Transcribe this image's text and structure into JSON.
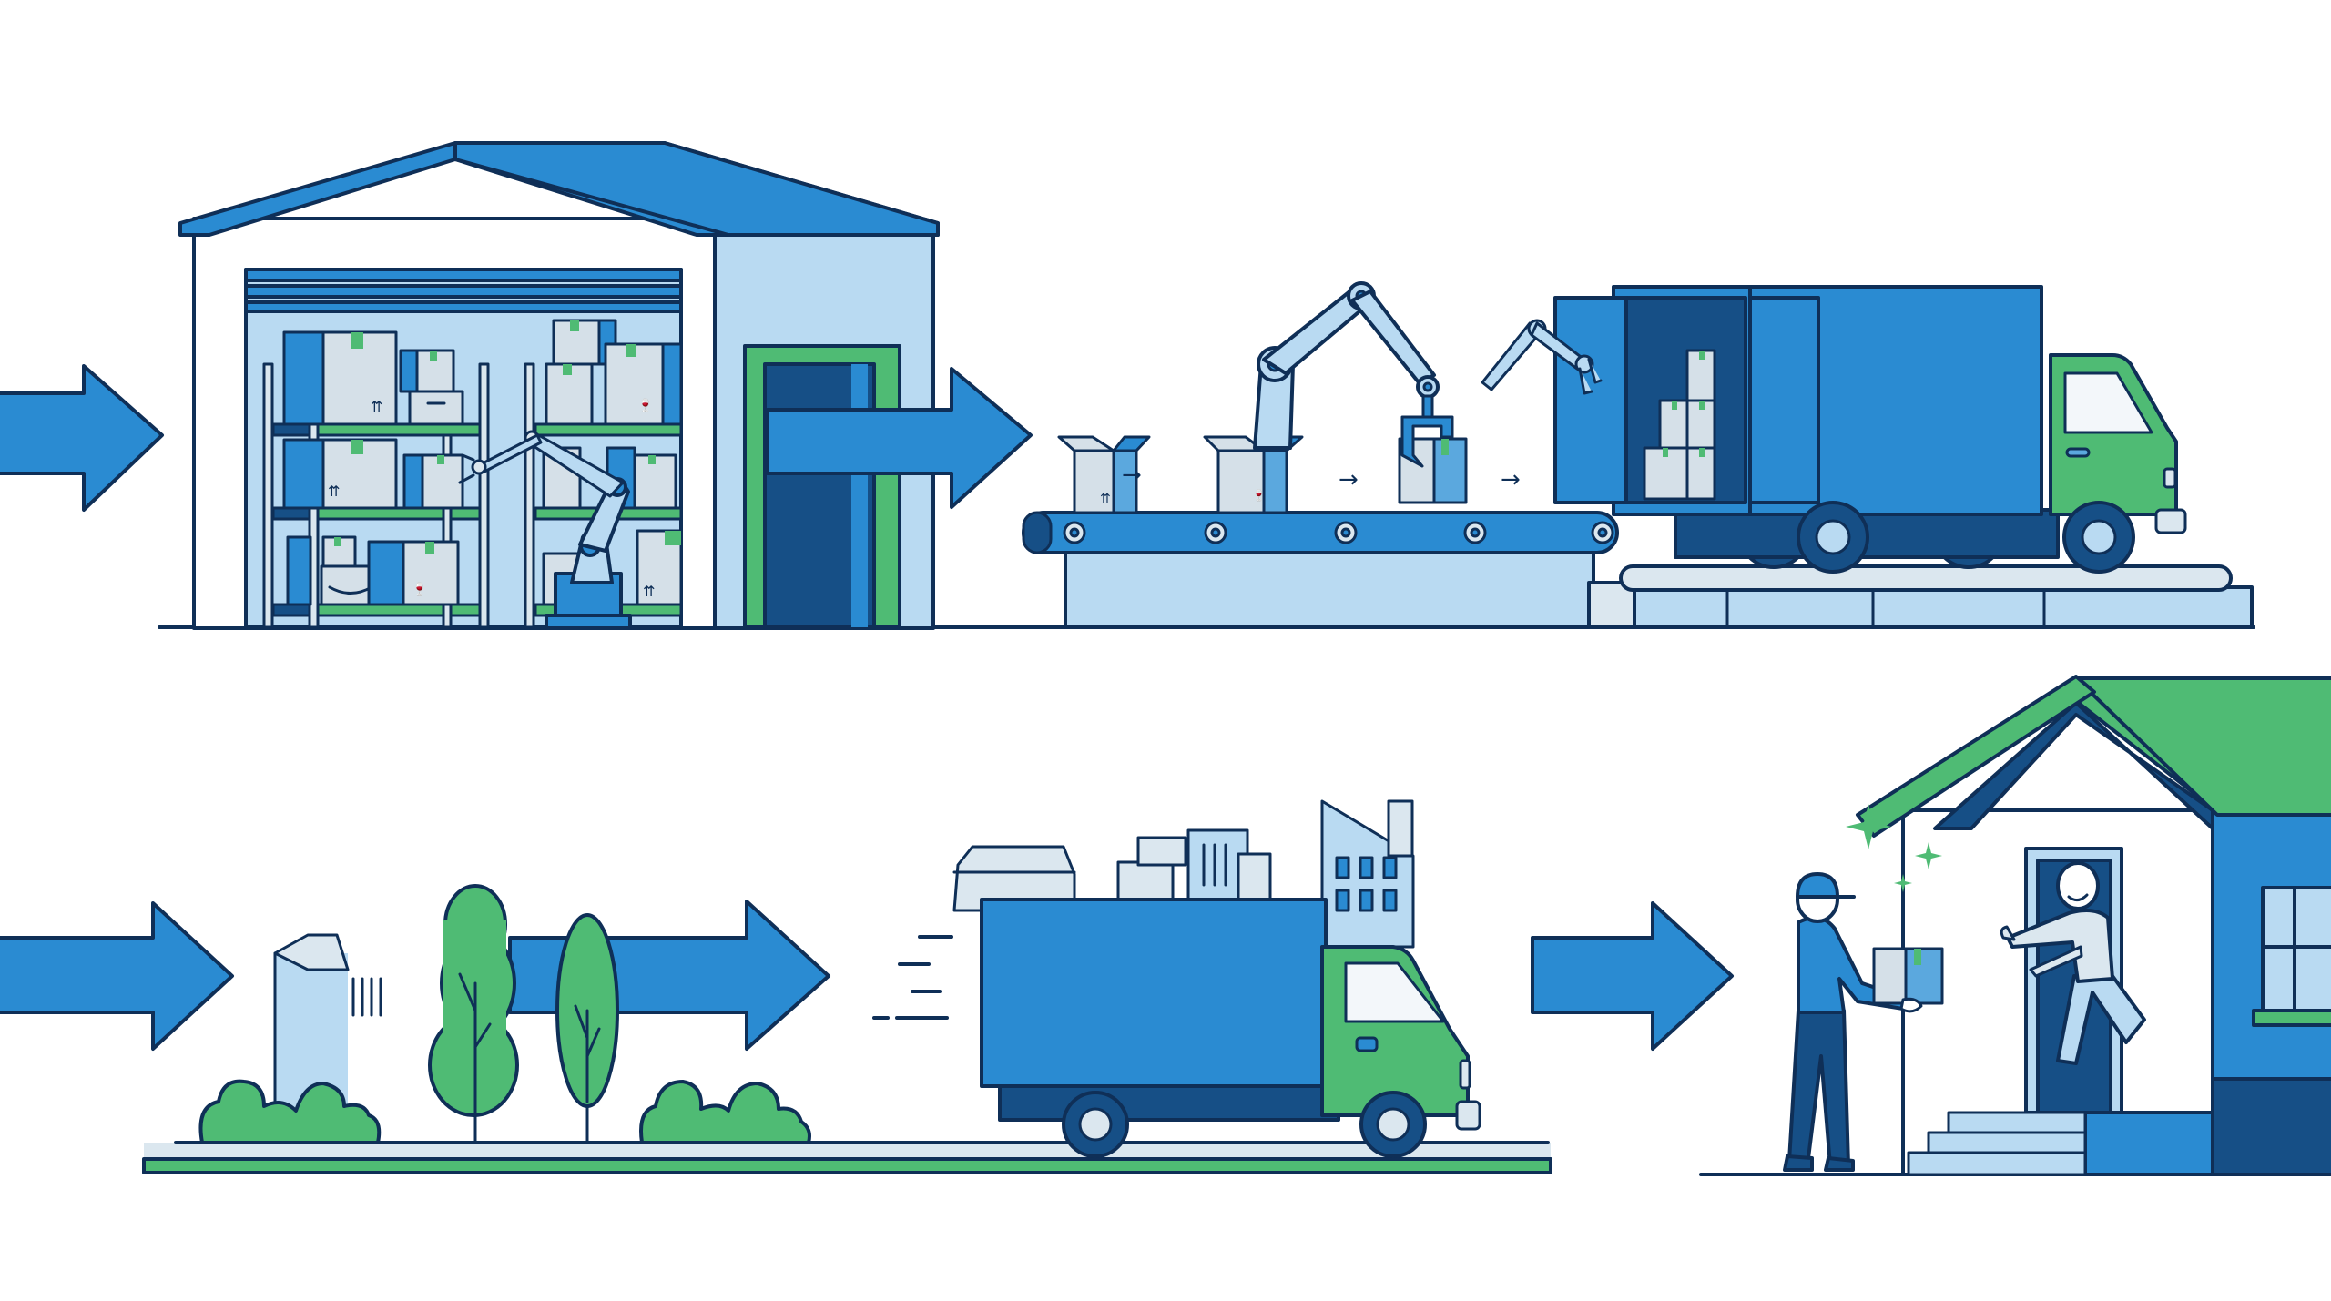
{
  "diagram": {
    "type": "process-flow-illustration",
    "description": "End-to-end package logistics flow",
    "stages": [
      {
        "id": "warehouse",
        "label": "Warehouse storage with robotic picking arm"
      },
      {
        "id": "packing-loading",
        "label": "Conveyor packing and robotic truck loading"
      },
      {
        "id": "transit",
        "label": "Truck transit from suburbs to city"
      },
      {
        "id": "delivery",
        "label": "Doorstep handoff to customer"
      }
    ],
    "flow": [
      {
        "from": "start",
        "to": "warehouse"
      },
      {
        "from": "warehouse",
        "to": "packing-loading"
      },
      {
        "from": "start-row-2",
        "to": "transit"
      },
      {
        "from": "transit",
        "to": "delivery"
      }
    ]
  },
  "palette": {
    "outline": "#0f2f57",
    "primary_blue": "#2a8bd2",
    "dark_blue": "#164f86",
    "light_blue": "#b9daf2",
    "pale_blue": "#dbe7ef",
    "box_grey": "#d5e0e8",
    "green": "#4fbb74",
    "white": "#ffffff"
  }
}
